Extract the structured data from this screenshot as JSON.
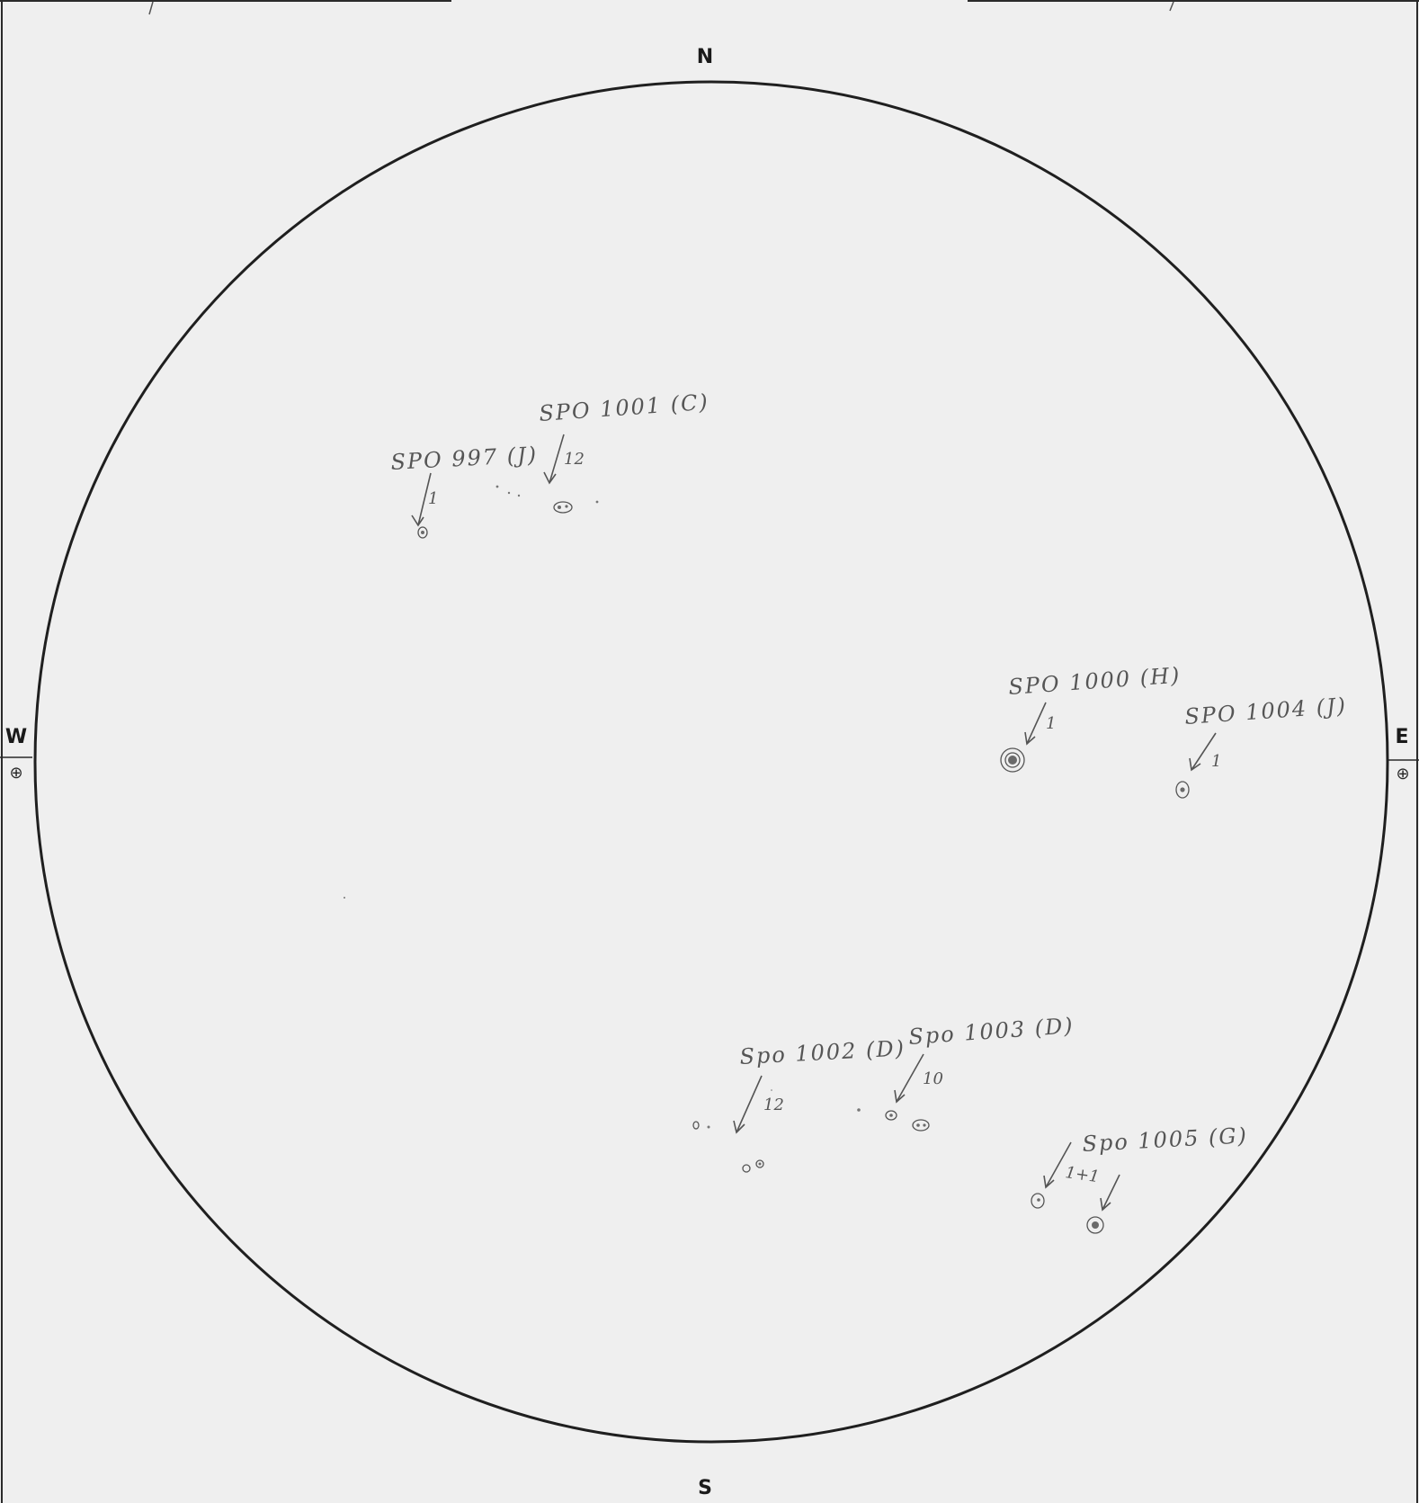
{
  "cardinal": {
    "north": "N",
    "south": "S",
    "west": "W",
    "east": "E",
    "west_marker": "⊕",
    "east_marker": "⊕"
  },
  "groups": [
    {
      "id": "spo997",
      "label": "SPO 997 (J)",
      "count": "1"
    },
    {
      "id": "spo1001",
      "label": "SPO 1001 (C)",
      "count": "12"
    },
    {
      "id": "spo1000",
      "label": "SPO 1000 (H)",
      "count": "1"
    },
    {
      "id": "spo1004",
      "label": "SPO 1004 (J)",
      "count": "1"
    },
    {
      "id": "spo1002",
      "label": "Spo 1002 (D)",
      "count": "12"
    },
    {
      "id": "spo1003",
      "label": "Spo 1003 (D)",
      "count": "10"
    },
    {
      "id": "spo1005",
      "label": "Spo 1005 (G)",
      "count": "1+1"
    }
  ],
  "colors": {
    "paper": "#efefef",
    "ink": "#1a1a1a",
    "pencil": "#555555"
  }
}
